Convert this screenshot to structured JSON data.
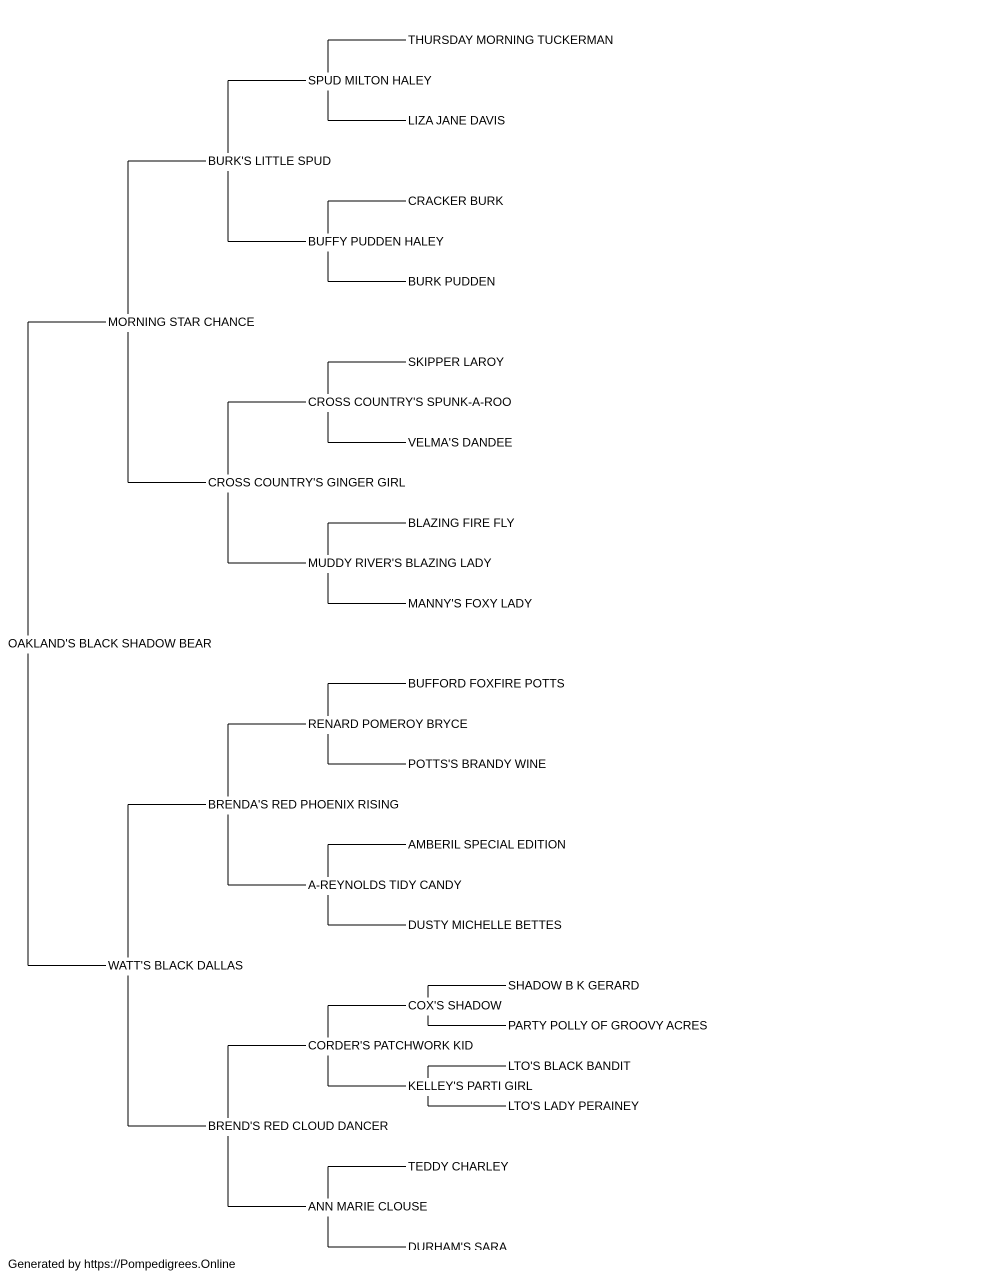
{
  "pedigree": {
    "name": "OAKLAND'S BLACK SHADOW BEAR",
    "sire": {
      "name": "MORNING STAR CHANCE",
      "sire": {
        "name": "BURK'S LITTLE SPUD",
        "sire": {
          "name": "SPUD MILTON HALEY",
          "sire": {
            "name": "THURSDAY MORNING TUCKERMAN"
          },
          "dam": {
            "name": "LIZA JANE DAVIS"
          }
        },
        "dam": {
          "name": "BUFFY PUDDEN HALEY",
          "sire": {
            "name": "CRACKER BURK"
          },
          "dam": {
            "name": "BURK PUDDEN"
          }
        }
      },
      "dam": {
        "name": "CROSS COUNTRY'S GINGER GIRL",
        "sire": {
          "name": "CROSS COUNTRY'S SPUNK-A-ROO",
          "sire": {
            "name": "SKIPPER LAROY"
          },
          "dam": {
            "name": "VELMA'S DANDEE"
          }
        },
        "dam": {
          "name": "MUDDY RIVER'S BLAZING LADY",
          "sire": {
            "name": "BLAZING FIRE FLY"
          },
          "dam": {
            "name": "MANNY'S FOXY LADY"
          }
        }
      }
    },
    "dam": {
      "name": "WATT'S BLACK DALLAS",
      "sire": {
        "name": "BRENDA'S RED PHOENIX RISING",
        "sire": {
          "name": "RENARD POMEROY BRYCE",
          "sire": {
            "name": "BUFFORD FOXFIRE POTTS"
          },
          "dam": {
            "name": "POTTS'S BRANDY WINE"
          }
        },
        "dam": {
          "name": "A-REYNOLDS TIDY CANDY",
          "sire": {
            "name": "AMBERIL SPECIAL EDITION"
          },
          "dam": {
            "name": "DUSTY MICHELLE BETTES"
          }
        }
      },
      "dam": {
        "name": "BREND'S RED CLOUD DANCER",
        "sire": {
          "name": "CORDER'S PATCHWORK KID",
          "sire": {
            "name": "COX'S SHADOW",
            "sire": {
              "name": "SHADOW B K GERARD"
            },
            "dam": {
              "name": "PARTY POLLY OF GROOVY ACRES"
            }
          },
          "dam": {
            "name": "KELLEY'S PARTI GIRL",
            "sire": {
              "name": "LTO'S BLACK BANDIT"
            },
            "dam": {
              "name": "LTO'S LADY PERAINEY"
            }
          }
        },
        "dam": {
          "name": "ANN MARIE CLOUSE",
          "sire": {
            "name": "TEDDY CHARLEY"
          },
          "dam": {
            "name": "DURHAM'S SARA"
          }
        }
      }
    }
  },
  "footer": "Generated by https://Pompedigrees.Online"
}
